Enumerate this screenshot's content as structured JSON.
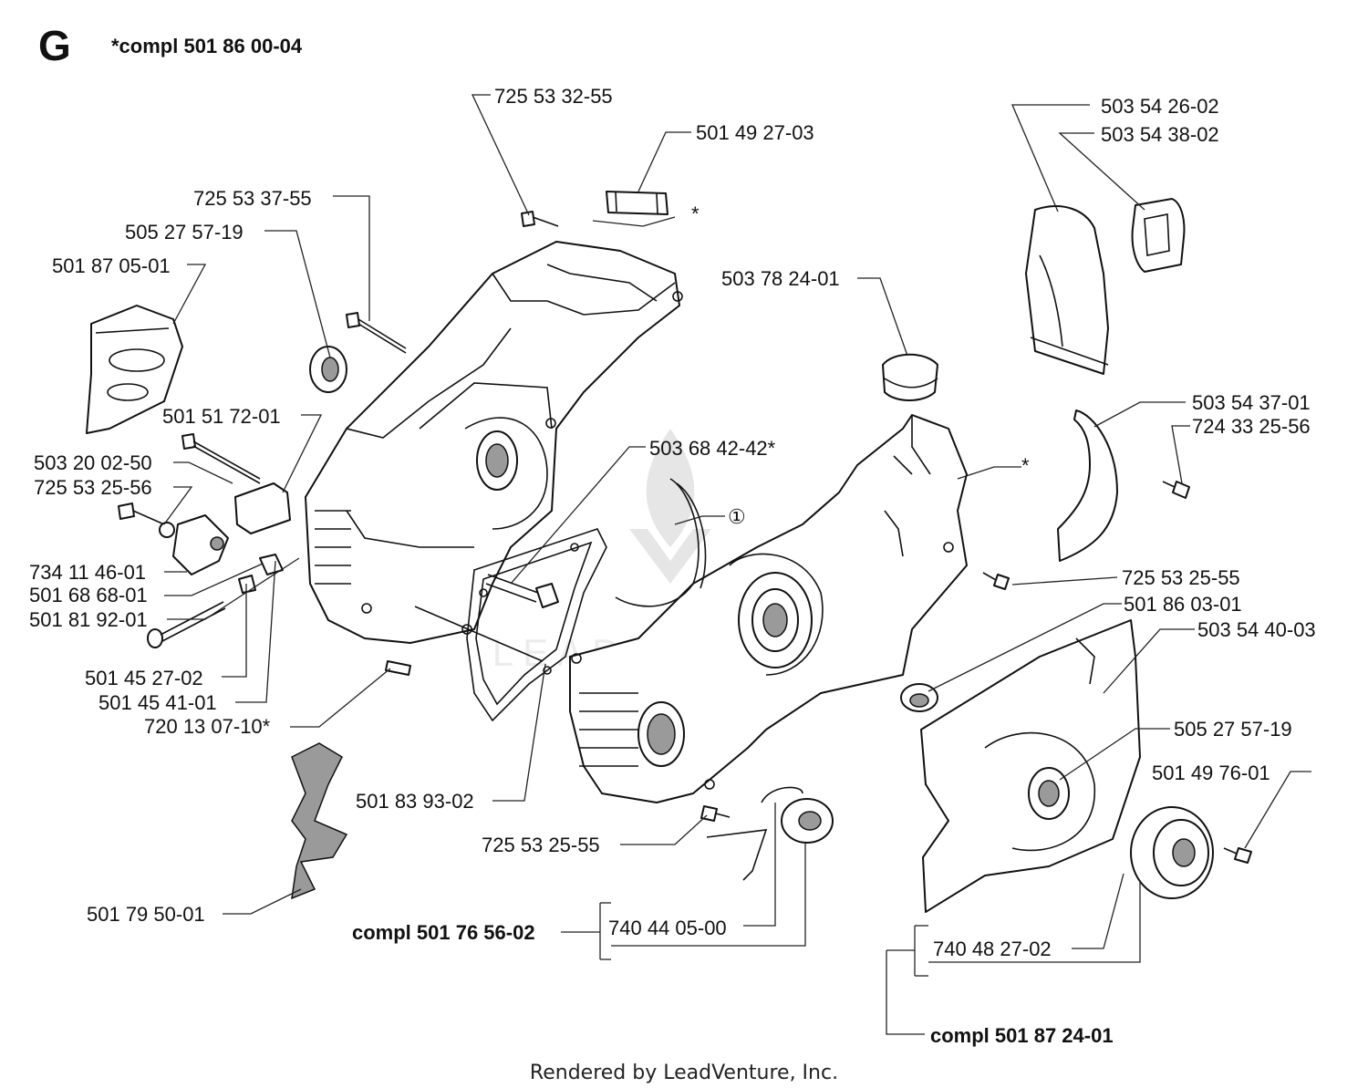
{
  "header": {
    "section": "G",
    "compl_main": "*compl 501 86 00-04"
  },
  "labels": {
    "p725533255": "725 53 32-55",
    "p501492703": "501 49 27-03",
    "p725533755": "725 53 37-55",
    "p505275719a": "505 27 57-19",
    "p501870501": "501 87 05-01",
    "p501517201": "501 51 72-01",
    "p503200250": "503 20 02-50",
    "p725532556a": "725 53 25-56",
    "p734114601": "734 11 46-01",
    "p501686801": "501 68 68-01",
    "p501819201": "501 81 92-01",
    "p501452702": "501 45 27-02",
    "p501454101": "501 45 41-01",
    "p720130710": "720 13 07-10*",
    "p501795001": "501 79 50-01",
    "p503684242": "503 68 42-42*",
    "circle1": "①",
    "p501839302": "501 83 93-02",
    "p725532555a": "725 53 25-55",
    "compl501765602": "compl 501 76 56-02",
    "p740440500": "740 44 05-00",
    "p503782401": "503 78 24-01",
    "star1": "*",
    "star2": "*",
    "p503542602": "503 54 26-02",
    "p503543802": "503 54 38-02",
    "p503543701": "503 54 37-01",
    "p724332556": "724 33 25-56",
    "p725532555b": "725 53 25-55",
    "p501860301": "501 86 03-01",
    "p503544003": "503 54 40-03",
    "p505275719b": "505 27 57-19",
    "p501497601": "501 49 76-01",
    "p740482702": "740 48 27-02",
    "compl501872401": "compl 501 87 24-01"
  },
  "watermark": "LEADVENTURE",
  "footer": "Rendered by LeadVenture, Inc."
}
